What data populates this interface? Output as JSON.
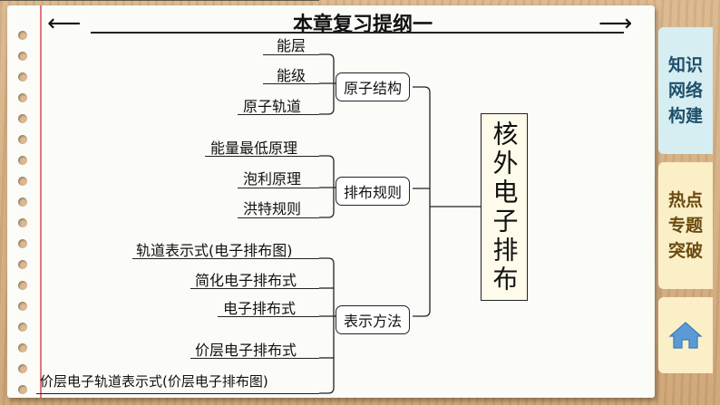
{
  "header": {
    "title": "本章复习提纲一",
    "back_arrow": "arrow-left-icon",
    "forward_arrow": "arrow-right-icon"
  },
  "mindmap": {
    "root": "核外电子排布",
    "branches": [
      {
        "label": "原子结构",
        "leaves": [
          "能层",
          "能级",
          "原子轨道"
        ]
      },
      {
        "label": "排布规则",
        "leaves": [
          "能量最低原理",
          "泡利原理",
          "洪特规则"
        ]
      },
      {
        "label": "表示方法",
        "leaves": [
          "轨道表示式(电子排布图)",
          "简化电子排布式",
          "电子排布式",
          "价层电子排布式",
          "价层电子轨道表示式(价层电子排布图)"
        ]
      }
    ]
  },
  "side_tabs": [
    {
      "label": "知识网络构建"
    },
    {
      "label": "热点专题突破"
    },
    {
      "icon": "home-icon"
    }
  ],
  "colors": {
    "wood": "#d8b48a",
    "tab_active": "#d6eef2",
    "tab_inactive": "#fbefc8",
    "margin_line": "#e07a7a",
    "home_icon": "#5b9bd5"
  }
}
